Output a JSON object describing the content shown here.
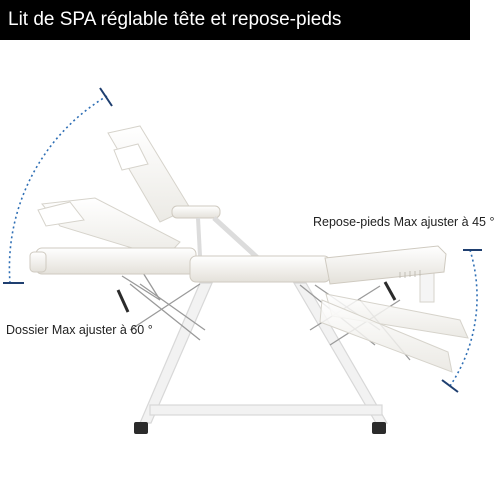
{
  "title": "Lit de SPA réglable tête et repose-pieds",
  "labels": {
    "footrest": "Repose-pieds Max ajuster à 45 °",
    "backrest": "Dossier Max ajuster à 60 °"
  },
  "colors": {
    "title_bg": "#000000",
    "title_text": "#ffffff",
    "arc": "#2f6fb5",
    "upholstery": "#f6f4ef",
    "frame": "#e9e9e9",
    "feet": "#2b2b2b"
  }
}
